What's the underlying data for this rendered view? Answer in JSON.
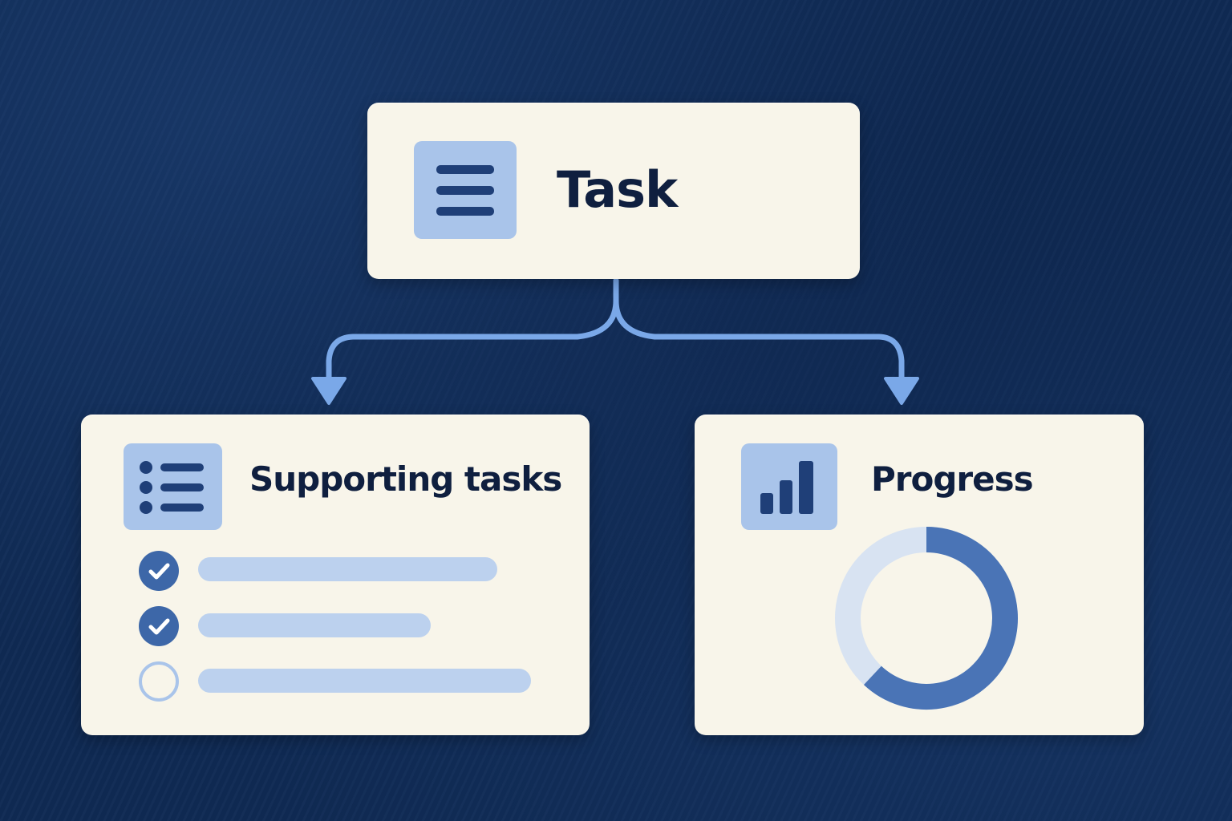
{
  "task": {
    "title": "Task",
    "icon": "menu-icon"
  },
  "supporting": {
    "title": "Supporting tasks",
    "icon": "list-icon",
    "items": [
      {
        "state": "checked"
      },
      {
        "state": "checked"
      },
      {
        "state": "unchecked"
      }
    ]
  },
  "progress": {
    "title": "Progress",
    "icon": "bar-chart-icon",
    "completed_fraction": 0.62
  },
  "colors": {
    "background": "#0f2a54",
    "card": "#f8f5ea",
    "accent_light": "#a9c4ea",
    "accent_dark": "#1f3f78",
    "connector": "#7aa8e8"
  }
}
